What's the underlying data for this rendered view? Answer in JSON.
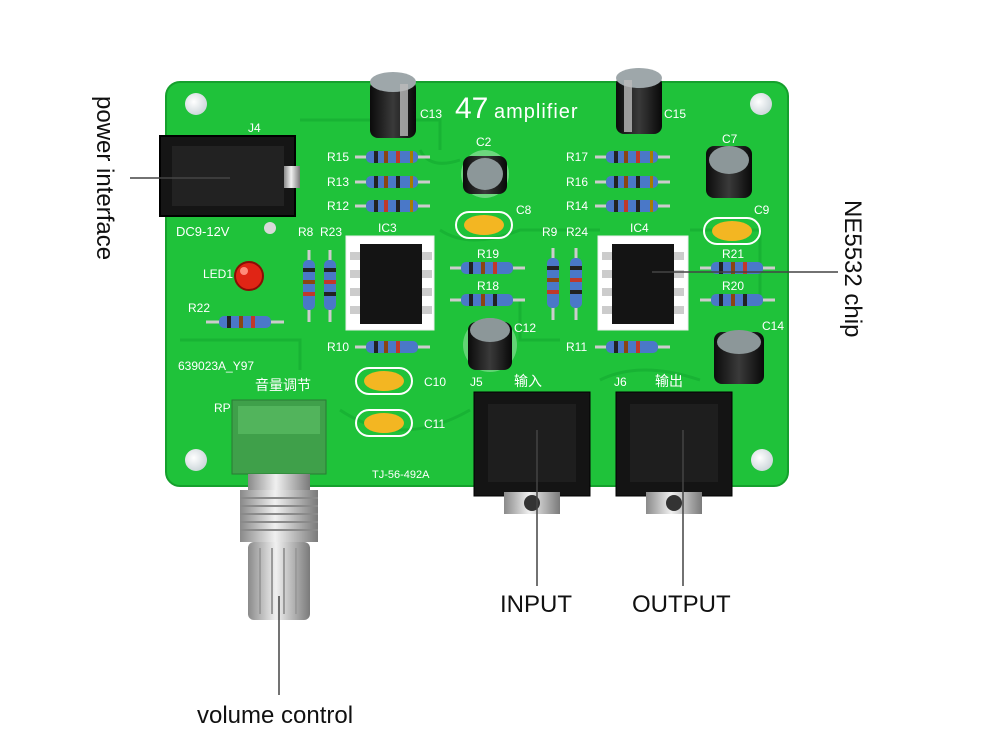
{
  "board": {
    "title_number": "47",
    "title_text": "amplifier",
    "model_code": "639023A_Y97",
    "pcb_code": "TJ-56-492A",
    "dc_label": "DC9-12V",
    "volume_cn_label": "音量调节",
    "input_cn_label": "输入",
    "output_cn_label": "输出",
    "rp_label": "RP",
    "colors": {
      "pcb": "#1fc23a",
      "pcb_edge": "#17a82f",
      "trace": "#18b334"
    }
  },
  "components": {
    "c13": "C13",
    "c15": "C15",
    "c2": "C2",
    "c7": "C7",
    "c8": "C8",
    "c9": "C9",
    "c10": "C10",
    "c11": "C11",
    "c12": "C12",
    "c14": "C14",
    "r8": "R8",
    "r9": "R9",
    "r10": "R10",
    "r11": "R11",
    "r12": "R12",
    "r13": "R13",
    "r14": "R14",
    "r15": "R15",
    "r16": "R16",
    "r17": "R17",
    "r18": "R18",
    "r19": "R19",
    "r20": "R20",
    "r21": "R21",
    "r22": "R22",
    "r23": "R23",
    "r24": "R24",
    "ic3": "IC3",
    "ic4": "IC4",
    "j4": "J4",
    "j5": "J5",
    "j6": "J6",
    "led1": "LED1"
  },
  "callouts": {
    "power_interface": "power interface",
    "ne5532_chip": "NE5532 chip",
    "input": "INPUT",
    "output": "OUTPUT",
    "volume_control": "volume control"
  }
}
